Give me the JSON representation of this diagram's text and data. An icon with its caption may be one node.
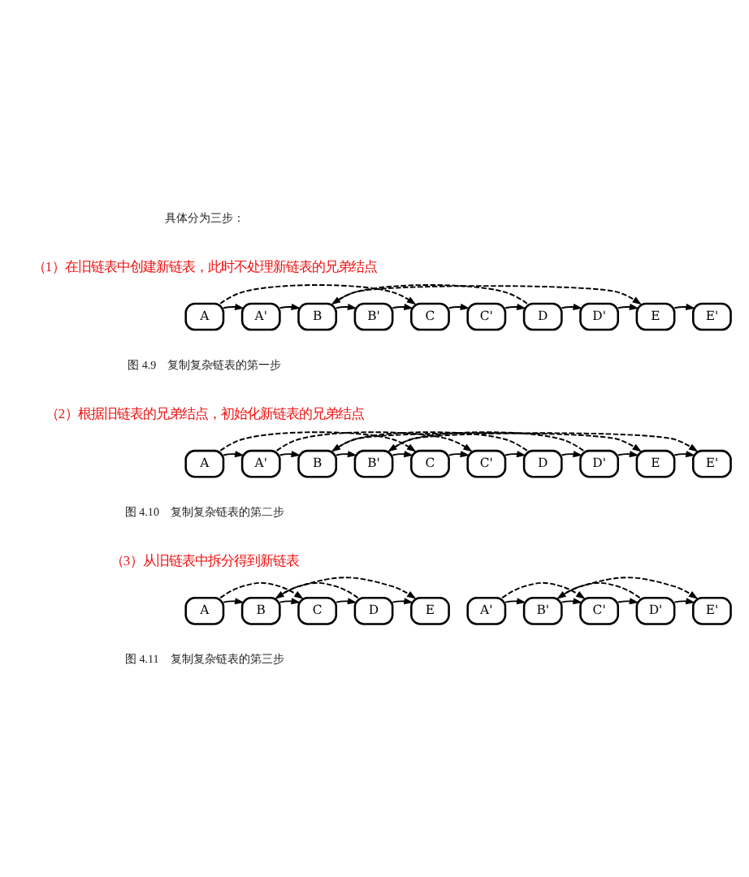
{
  "diagram": {
    "nodes": [
      {
        "text": [
          "A"
        ]
      },
      {
        "text": [
          "A'"
        ]
      },
      {
        "text": [
          "B"
        ]
      },
      {
        "text": [
          "B'"
        ]
      },
      {
        "text": [
          "C"
        ]
      },
      {
        "text": [
          "C'"
        ]
      },
      {
        "text": [
          "D"
        ]
      },
      {
        "text": [
          "D'"
        ]
      },
      {
        "text": [
          "E"
        ]
      },
      {
        "text": [
          "E'"
        ]
      },
      {
        "text": [
          "A"
        ]
      },
      {
        "text": [
          "A'"
        ]
      },
      {
        "text": [
          "B"
        ]
      },
      {
        "text": [
          "B'"
        ]
      },
      {
        "text": [
          "C"
        ]
      },
      {
        "text": [
          "C'"
        ]
      },
      {
        "text": [
          "D"
        ]
      },
      {
        "text": [
          "D'"
        ]
      },
      {
        "text": [
          "E"
        ]
      },
      {
        "text": [
          "E'"
        ]
      },
      {
        "text": [
          "A"
        ]
      },
      {
        "text": [
          "B"
        ]
      },
      {
        "text": [
          "C"
        ]
      },
      {
        "text": [
          "D"
        ]
      },
      {
        "text": [
          "E"
        ]
      },
      {
        "text": [
          "A'"
        ]
      },
      {
        "text": [
          "B'"
        ]
      },
      {
        "text": [
          "C'"
        ]
      },
      {
        "text": [
          "D'"
        ]
      },
      {
        "text": [
          "E'"
        ]
      }
    ],
    "edges": [
      {
        "from": 0,
        "to": 1,
        "arrow": "to"
      },
      {
        "from": 1,
        "to": 2,
        "arrow": "to"
      },
      {
        "from": 2,
        "to": 3,
        "arrow": "to"
      },
      {
        "from": 3,
        "to": 4,
        "arrow": "to"
      },
      {
        "from": 4,
        "to": 5,
        "arrow": "to"
      },
      {
        "from": 5,
        "to": 6,
        "arrow": "to"
      },
      {
        "from": 6,
        "to": 7,
        "arrow": "to"
      },
      {
        "from": 7,
        "to": 8,
        "arrow": "to"
      },
      {
        "from": 8,
        "to": 9,
        "arrow": "to"
      },
      {
        "from": 0,
        "to": 4,
        "arrow": "to",
        "style": "dashed"
      },
      {
        "from": 2,
        "to": 8,
        "arrow": "to",
        "style": "dashed"
      },
      {
        "from": 6,
        "to": 2,
        "arrow": "to",
        "style": "dashed"
      },
      {
        "from": 10,
        "to": 11,
        "arrow": "to"
      },
      {
        "from": 11,
        "to": 12,
        "arrow": "to"
      },
      {
        "from": 12,
        "to": 13,
        "arrow": "to"
      },
      {
        "from": 13,
        "to": 14,
        "arrow": "to"
      },
      {
        "from": 14,
        "to": 15,
        "arrow": "to"
      },
      {
        "from": 15,
        "to": 16,
        "arrow": "to"
      },
      {
        "from": 16,
        "to": 17,
        "arrow": "to"
      },
      {
        "from": 17,
        "to": 18,
        "arrow": "to"
      },
      {
        "from": 18,
        "to": 19,
        "arrow": "to"
      },
      {
        "from": 10,
        "to": 14,
        "arrow": "to",
        "style": "dashed"
      },
      {
        "from": 11,
        "to": 15,
        "arrow": "to",
        "style": "dashed"
      },
      {
        "from": 12,
        "to": 18,
        "arrow": "to",
        "style": "dashed"
      },
      {
        "from": 13,
        "to": 19,
        "arrow": "to",
        "style": "dashed"
      },
      {
        "from": 16,
        "to": 12,
        "arrow": "to",
        "style": "dashed"
      },
      {
        "from": 17,
        "to": 13,
        "arrow": "to",
        "style": "dashed"
      },
      {
        "from": 20,
        "to": 21,
        "arrow": "to"
      },
      {
        "from": 21,
        "to": 22,
        "arrow": "to"
      },
      {
        "from": 22,
        "to": 23,
        "arrow": "to"
      },
      {
        "from": 23,
        "to": 24,
        "arrow": "to"
      },
      {
        "from": 20,
        "to": 22,
        "arrow": "to",
        "style": "dashed"
      },
      {
        "from": 21,
        "to": 24,
        "arrow": "to",
        "style": "dashed"
      },
      {
        "from": 23,
        "to": 21,
        "arrow": "to",
        "style": "dashed"
      },
      {
        "from": 25,
        "to": 26,
        "arrow": "to"
      },
      {
        "from": 26,
        "to": 27,
        "arrow": "to"
      },
      {
        "from": 27,
        "to": 28,
        "arrow": "to"
      },
      {
        "from": 28,
        "to": 29,
        "arrow": "to"
      },
      {
        "from": 25,
        "to": 27,
        "arrow": "to",
        "style": "dashed"
      },
      {
        "from": 26,
        "to": 29,
        "arrow": "to",
        "style": "dashed"
      },
      {
        "from": 28,
        "to": 26,
        "arrow": "to",
        "style": "dashed"
      }
    ],
    "labels": [
      "具体分为三步：",
      "（1）在旧链表中创建新链表，此时不处理新链表的兄弟结点",
      "图 4.9　复制复杂链表的第一步",
      "（2）根据旧链表的兄弟结点，初始化新链表的兄弟结点",
      "图 4.10　复制复杂链表的第二步",
      "（3）从旧链表中拆分得到新链表",
      "图 4.11　复制复杂链表的第三步"
    ]
  }
}
